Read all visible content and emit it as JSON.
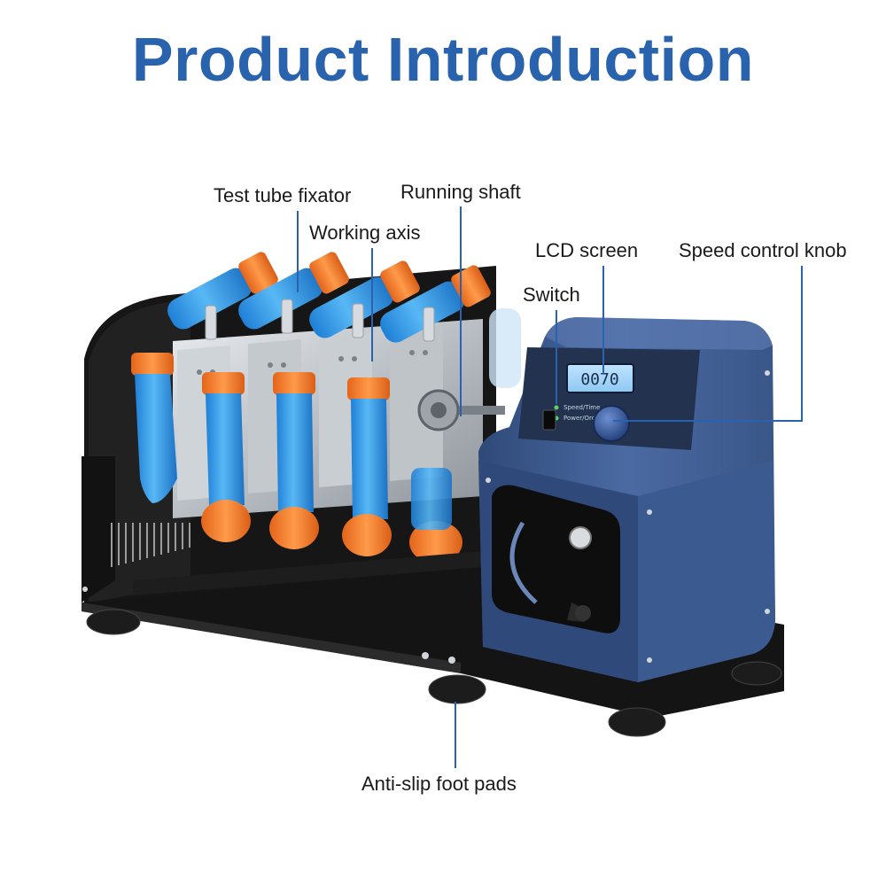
{
  "title": "Product Introduction",
  "labels": {
    "test_tube_fixator": "Test tube fixator",
    "running_shaft": "Running shaft",
    "working_axis": "Working axis",
    "lcd_screen": "LCD screen",
    "speed_control_knob": "Speed control knob",
    "switch": "Switch",
    "anti_slip_foot_pads": "Anti-slip foot pads"
  },
  "device": {
    "lcd_readout": "0070",
    "panel_line_1": "Speed/Time",
    "panel_line_2": "Power/Ordinary"
  },
  "colors": {
    "title": "#2a63ad",
    "leader_line": "#2a63ad",
    "housing_blue": "#3c5a8e",
    "frame_black": "#141414",
    "tube_cap_orange": "#f07a22",
    "liquid_blue": "#2e9be8"
  }
}
